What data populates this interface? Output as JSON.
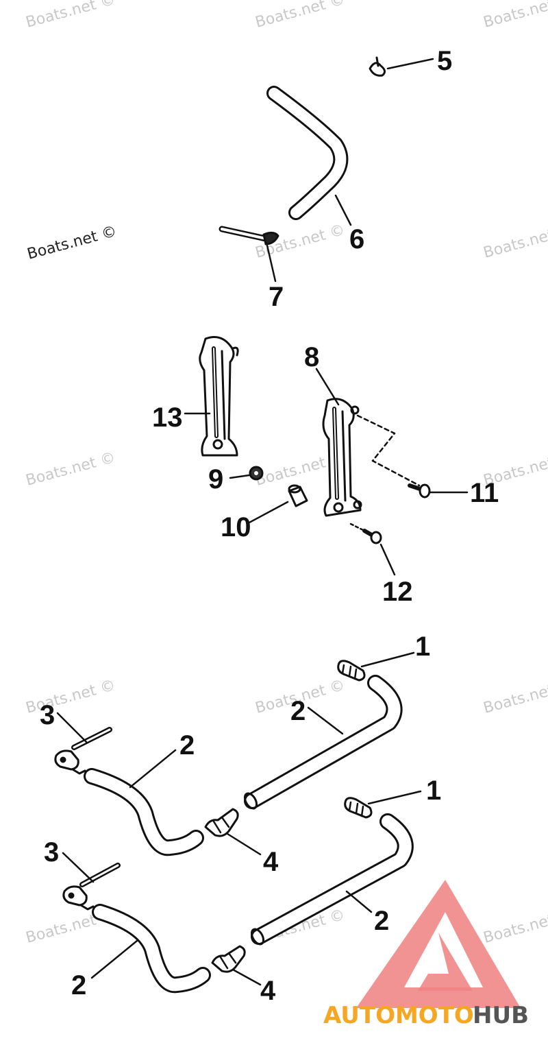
{
  "watermark": "Boats.net ©",
  "callouts": {
    "c1a": "1",
    "c1b": "1",
    "c2a": "2",
    "c2b": "2",
    "c2c": "2",
    "c2d": "2",
    "c3a": "3",
    "c3b": "3",
    "c4a": "4",
    "c4b": "4",
    "c5": "5",
    "c6": "6",
    "c7": "7",
    "c8": "8",
    "c9": "9",
    "c10": "10",
    "c11": "11",
    "c12": "12",
    "c13": "13"
  },
  "brand": {
    "part1": "AUTOMOTO",
    "part2": "HUB",
    "color1": "#f5a623",
    "color2": "#555555",
    "triangle_color": "#f08080"
  },
  "colors": {
    "line": "#111111",
    "watermark": "#c8c8c8"
  }
}
